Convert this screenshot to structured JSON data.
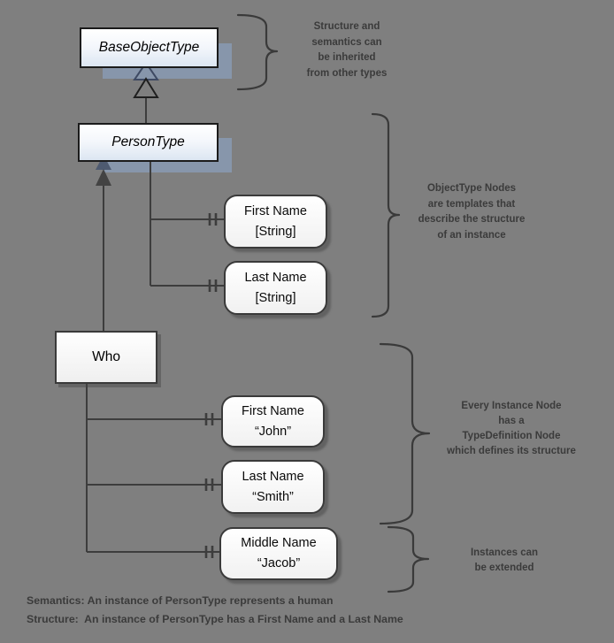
{
  "diagram": {
    "types": {
      "base": "BaseObjectType",
      "person": "PersonType"
    },
    "instance": {
      "who": "Who"
    },
    "type_properties": [
      {
        "name": "First Name",
        "value": "[String]"
      },
      {
        "name": "Last Name",
        "value": "[String]"
      }
    ],
    "instance_properties": [
      {
        "name": "First Name",
        "value": "“John”"
      },
      {
        "name": "Last Name",
        "value": "“Smith”"
      },
      {
        "name": "Middle Name",
        "value": "“Jacob”"
      }
    ],
    "annotations": [
      {
        "lines": [
          "Structure and",
          "semantics can",
          "be inherited",
          "from other types"
        ]
      },
      {
        "lines": [
          "ObjectType Nodes",
          "are templates that",
          "describe the structure",
          "of an instance"
        ]
      },
      {
        "lines": [
          "Every Instance Node",
          "has a",
          "TypeDefinition Node",
          "which defines its structure"
        ]
      },
      {
        "lines": [
          "Instances can",
          "be extended"
        ]
      }
    ],
    "footer": [
      "Semantics: An instance of PersonType represents a human",
      "Structure:  An instance of PersonType has a First Name and a Last Name"
    ],
    "colors": {
      "background": "#7f7f7f",
      "type_shadow": "#8796ab",
      "line": "#3d3d3d",
      "annotation_text": "#3b3b3b"
    }
  }
}
